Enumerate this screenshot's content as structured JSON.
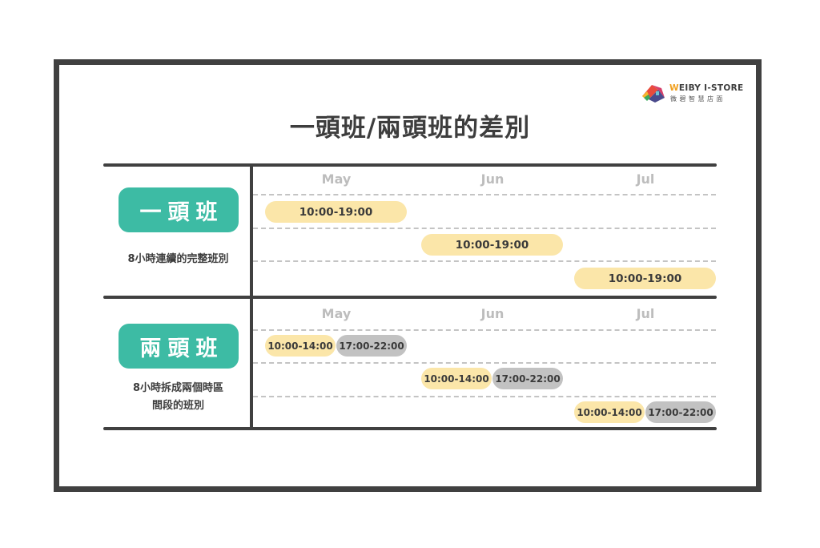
{
  "title": "一頭班/兩頭班的差別",
  "logo": {
    "name_first": "W",
    "name_rest": "EIBY I-STORE",
    "subtitle": "微碧智慧店面",
    "icon": "house-logo-icon"
  },
  "colors": {
    "badge": "#3dbba4",
    "day_shift": "#fbe6a9",
    "evening_shift": "#c2c2c2",
    "frame": "#404040",
    "month_label": "#bdbdbd"
  },
  "sections": [
    {
      "badge": "一頭班",
      "description_lines": [
        "8小時連續的完整班別"
      ],
      "months": [
        "May",
        "Jun",
        "Jul"
      ],
      "rows": [
        [
          {
            "label": "10:00-19:00",
            "type": "day"
          }
        ],
        [
          {
            "label": "10:00-19:00",
            "type": "day"
          }
        ],
        [
          {
            "label": "10:00-19:00",
            "type": "day"
          }
        ]
      ]
    },
    {
      "badge": "兩頭班",
      "description_lines": [
        "8小時拆成兩個時區",
        "間段的班別"
      ],
      "months": [
        "May",
        "Jun",
        "Jul"
      ],
      "rows": [
        [
          {
            "label": "10:00-14:00",
            "type": "day"
          },
          {
            "label": "17:00-22:00",
            "type": "evening"
          }
        ],
        [
          {
            "label": "10:00-14:00",
            "type": "day"
          },
          {
            "label": "17:00-22:00",
            "type": "evening"
          }
        ],
        [
          {
            "label": "10:00-14:00",
            "type": "day"
          },
          {
            "label": "17:00-22:00",
            "type": "evening"
          }
        ]
      ]
    }
  ]
}
